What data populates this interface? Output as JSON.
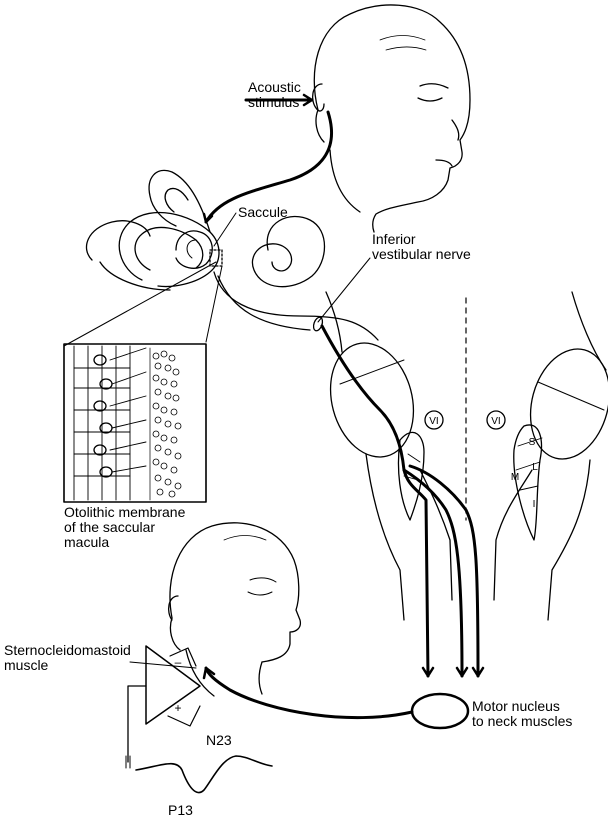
{
  "labels": {
    "acoustic_stimulus": "Acoustic\nstimulus",
    "saccule": "Saccule",
    "inferior_vestibular_nerve": "Inferior\nvestibular nerve",
    "otolithic_membrane": "Otolithic membrane\nof the saccular\nmacula",
    "sternocleidomastoid": "Sternocleidomastoid\nmuscle",
    "motor_nucleus": "Motor nucleus\nto neck muscles",
    "n23": "N23",
    "p13": "P13",
    "vi_left": "VI",
    "vi_right": "VI",
    "nucleus_s": "S",
    "nucleus_l": "L",
    "nucleus_m": "M",
    "nucleus_i": "I",
    "amp_minus": "–",
    "amp_plus": "+"
  },
  "colors": {
    "line": "#000000",
    "background": "#ffffff"
  }
}
